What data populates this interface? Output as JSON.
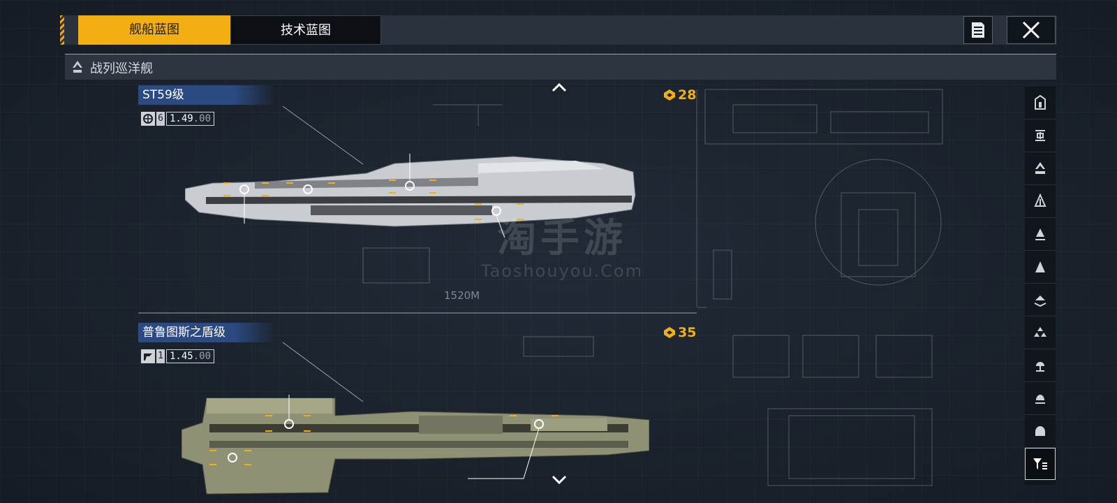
{
  "tabs": [
    {
      "label": "舰船蓝图",
      "active": true
    },
    {
      "label": "技术蓝图",
      "active": false
    }
  ],
  "category": {
    "label": "战列巡洋舰"
  },
  "ships": [
    {
      "name": "ST59级",
      "stat_count": "6",
      "stat_value": "1.49",
      "stat_suffix": ".00",
      "cost": "28",
      "scale_label": "1520M",
      "color": "#c9ccd0"
    },
    {
      "name": "普鲁图斯之盾级",
      "stat_count": "1",
      "stat_value": "1.45",
      "stat_suffix": ".00",
      "cost": "35",
      "color": "#8f9174"
    }
  ],
  "watermark": {
    "cn": "淘手游",
    "en": "Taoshouyou.Com"
  },
  "filters": [
    {
      "icon": "carrier-icon"
    },
    {
      "icon": "battleship-icon"
    },
    {
      "icon": "battlecruiser-icon",
      "active": false
    },
    {
      "icon": "cruiser-icon"
    },
    {
      "icon": "destroyer-icon"
    },
    {
      "icon": "frigate-icon"
    },
    {
      "icon": "corvette-icon"
    },
    {
      "icon": "fighter-icon"
    },
    {
      "icon": "aux-ship-icon"
    },
    {
      "icon": "bomber-icon"
    },
    {
      "icon": "dome-icon"
    },
    {
      "icon": "filter-list-icon",
      "active": true
    }
  ],
  "colors": {
    "accent": "#f3ae12",
    "title_bar": "#2b4a82"
  }
}
